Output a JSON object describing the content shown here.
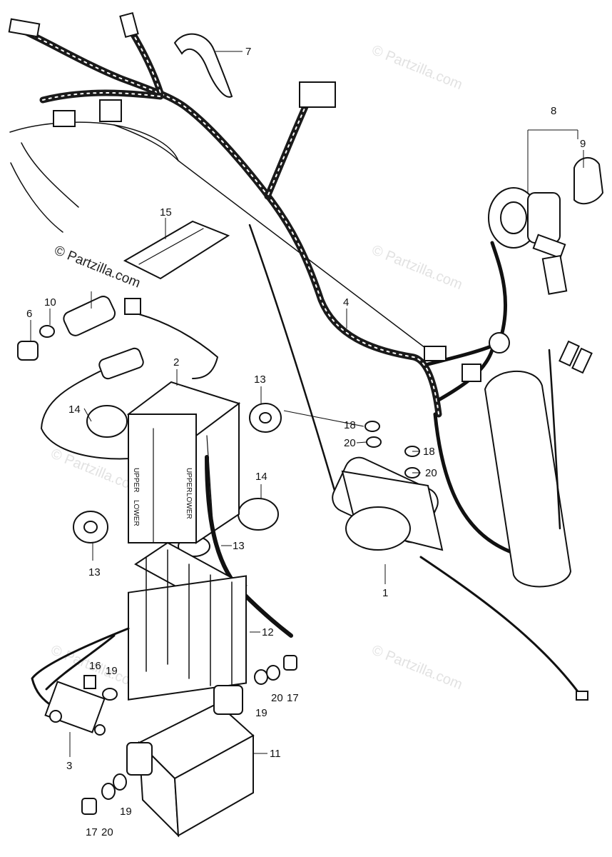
{
  "diagram": {
    "watermark": "© Partzilla.com",
    "battery_labels": {
      "upper_left": "UPPER",
      "lower_left": "LOWER",
      "upper_right": "UPPER",
      "lower_right": "LOWER"
    },
    "callouts": {
      "c1": "1",
      "c2": "2",
      "c3": "3",
      "c4": "4",
      "c6": "6",
      "c7": "7",
      "c8": "8",
      "c9": "9",
      "c10": "10",
      "c11": "11",
      "c12": "12",
      "c13a": "13",
      "c13b": "13",
      "c13c": "13",
      "c14a": "14",
      "c14b": "14",
      "c15": "15",
      "c16": "16",
      "c17a": "17",
      "c17b": "17",
      "c18a": "18",
      "c18b": "18",
      "c19a": "19",
      "c19b": "19",
      "c19c": "19",
      "c20a": "20",
      "c20b": "20",
      "c20c": "20",
      "c20d": "20"
    }
  }
}
